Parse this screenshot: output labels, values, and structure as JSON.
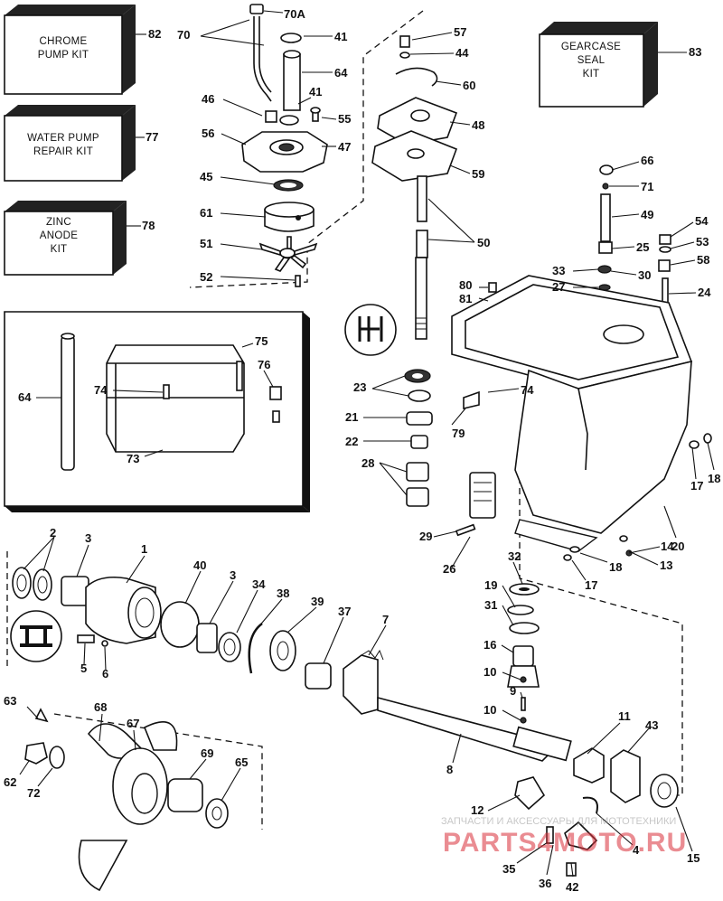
{
  "kits": [
    {
      "id": "chrome-pump-kit",
      "lines": [
        "CHROME",
        "PUMP KIT"
      ],
      "number": "82"
    },
    {
      "id": "water-pump-repair-kit",
      "lines": [
        "WATER PUMP",
        "REPAIR KIT"
      ],
      "number": "77"
    },
    {
      "id": "zinc-anode-kit",
      "lines": [
        "ZINC",
        "ANODE",
        "KIT"
      ],
      "number": "78"
    },
    {
      "id": "gearcase-seal-kit",
      "lines": [
        "GEARCASE",
        "SEAL",
        "KIT"
      ],
      "number": "83"
    }
  ],
  "callouts": [
    {
      "key": "c70a",
      "text": "70A"
    },
    {
      "key": "c70",
      "text": "70"
    },
    {
      "key": "c41a",
      "text": "41"
    },
    {
      "key": "c64a",
      "text": "64"
    },
    {
      "key": "c41b",
      "text": "41"
    },
    {
      "key": "c46",
      "text": "46"
    },
    {
      "key": "c55",
      "text": "55"
    },
    {
      "key": "c56",
      "text": "56"
    },
    {
      "key": "c47",
      "text": "47"
    },
    {
      "key": "c45",
      "text": "45"
    },
    {
      "key": "c61",
      "text": "61"
    },
    {
      "key": "c51",
      "text": "51"
    },
    {
      "key": "c52",
      "text": "52"
    },
    {
      "key": "c57",
      "text": "57"
    },
    {
      "key": "c44",
      "text": "44"
    },
    {
      "key": "c60",
      "text": "60"
    },
    {
      "key": "c48",
      "text": "48"
    },
    {
      "key": "c59",
      "text": "59"
    },
    {
      "key": "c50",
      "text": "50"
    },
    {
      "key": "c66",
      "text": "66"
    },
    {
      "key": "c71",
      "text": "71"
    },
    {
      "key": "c49",
      "text": "49"
    },
    {
      "key": "c54",
      "text": "54"
    },
    {
      "key": "c53",
      "text": "53"
    },
    {
      "key": "c25",
      "text": "25"
    },
    {
      "key": "c33",
      "text": "33"
    },
    {
      "key": "c30",
      "text": "30"
    },
    {
      "key": "c58",
      "text": "58"
    },
    {
      "key": "c27",
      "text": "27"
    },
    {
      "key": "c24",
      "text": "24"
    },
    {
      "key": "c80",
      "text": "80"
    },
    {
      "key": "c81",
      "text": "81"
    },
    {
      "key": "c75",
      "text": "75"
    },
    {
      "key": "c76",
      "text": "76"
    },
    {
      "key": "c64b",
      "text": "64"
    },
    {
      "key": "c74a",
      "text": "74"
    },
    {
      "key": "c73",
      "text": "73"
    },
    {
      "key": "c23",
      "text": "23"
    },
    {
      "key": "c74b",
      "text": "74"
    },
    {
      "key": "c21",
      "text": "21"
    },
    {
      "key": "c79",
      "text": "79"
    },
    {
      "key": "c22",
      "text": "22"
    },
    {
      "key": "c28",
      "text": "28"
    },
    {
      "key": "c17a",
      "text": "17"
    },
    {
      "key": "c18a",
      "text": "18"
    },
    {
      "key": "c29",
      "text": "29"
    },
    {
      "key": "c26",
      "text": "26"
    },
    {
      "key": "c20",
      "text": "20"
    },
    {
      "key": "c14",
      "text": "14"
    },
    {
      "key": "c18b",
      "text": "18"
    },
    {
      "key": "c13",
      "text": "13"
    },
    {
      "key": "c17b",
      "text": "17"
    },
    {
      "key": "c2",
      "text": "2"
    },
    {
      "key": "c3a",
      "text": "3"
    },
    {
      "key": "c1",
      "text": "1"
    },
    {
      "key": "c40",
      "text": "40"
    },
    {
      "key": "c3b",
      "text": "3"
    },
    {
      "key": "c34",
      "text": "34"
    },
    {
      "key": "c38",
      "text": "38"
    },
    {
      "key": "c39",
      "text": "39"
    },
    {
      "key": "c37",
      "text": "37"
    },
    {
      "key": "c7",
      "text": "7"
    },
    {
      "key": "c32",
      "text": "32"
    },
    {
      "key": "c19",
      "text": "19"
    },
    {
      "key": "c31",
      "text": "31"
    },
    {
      "key": "c16",
      "text": "16"
    },
    {
      "key": "c10a",
      "text": "10"
    },
    {
      "key": "c9",
      "text": "9"
    },
    {
      "key": "c10b",
      "text": "10"
    },
    {
      "key": "c5",
      "text": "5"
    },
    {
      "key": "c6",
      "text": "6"
    },
    {
      "key": "c63",
      "text": "63"
    },
    {
      "key": "c68",
      "text": "68"
    },
    {
      "key": "c67",
      "text": "67"
    },
    {
      "key": "c69",
      "text": "69"
    },
    {
      "key": "c65",
      "text": "65"
    },
    {
      "key": "c62",
      "text": "62"
    },
    {
      "key": "c72",
      "text": "72"
    },
    {
      "key": "c8",
      "text": "8"
    },
    {
      "key": "c11",
      "text": "11"
    },
    {
      "key": "c43",
      "text": "43"
    },
    {
      "key": "c12",
      "text": "12"
    },
    {
      "key": "c4",
      "text": "4"
    },
    {
      "key": "c15",
      "text": "15"
    },
    {
      "key": "c35",
      "text": "35"
    },
    {
      "key": "c36",
      "text": "36"
    },
    {
      "key": "c42",
      "text": "42"
    }
  ],
  "watermark": {
    "caption": "ЗАПЧАСТИ И АКСЕССУАРЫ ДЛЯ МОТОТЕХНИКИ",
    "brand": "PARTS4MOTO.RU",
    "color": "#d9303a"
  }
}
